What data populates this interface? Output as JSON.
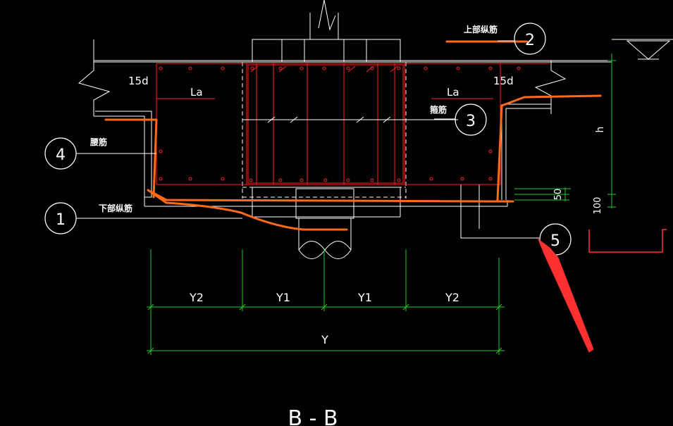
{
  "section_title": "B - B",
  "callouts": [
    {
      "number": "1",
      "label": "下部纵筋"
    },
    {
      "number": "2",
      "label": "上部纵筋"
    },
    {
      "number": "3",
      "label": "箍筋"
    },
    {
      "number": "4",
      "label": "腰筋"
    },
    {
      "number": "5",
      "label": ""
    }
  ],
  "anchorage": {
    "left_hook": "15d",
    "right_hook": "15d",
    "left_la": "La",
    "right_la": "La"
  },
  "vertical_dims": {
    "height": "h",
    "d50": "50",
    "d100": "100"
  },
  "horizontal_dims": {
    "segments": [
      "Y2",
      "Y1",
      "Y1",
      "Y2"
    ],
    "total": "Y"
  },
  "colors": {
    "background": "#000000",
    "outline": "#ffffff",
    "rebar_red": "#ff2020",
    "highlight_orange": "#ff6a1a",
    "dimension_green": "#22cc22",
    "arrow_red": "#ff3030"
  },
  "icons": [
    "ground-level-triangle-icon",
    "pile-icon",
    "arrow-pointer-icon"
  ]
}
